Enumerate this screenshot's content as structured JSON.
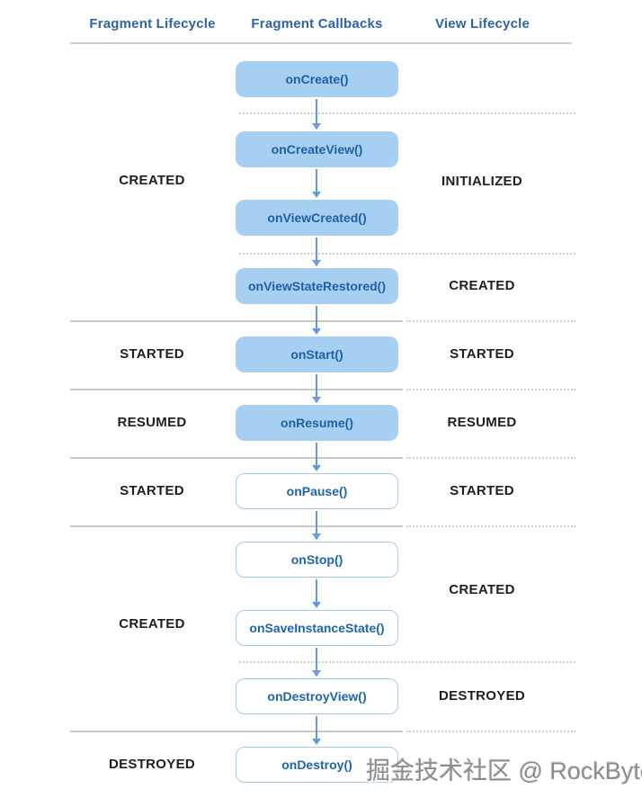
{
  "header": {
    "columns": [
      {
        "label": "Fragment Lifecycle"
      },
      {
        "label": "Fragment Callbacks"
      },
      {
        "label": "View Lifecycle"
      }
    ]
  },
  "callbacks": [
    {
      "label": "onCreate()",
      "style": "filled"
    },
    {
      "label": "onCreateView()",
      "style": "filled"
    },
    {
      "label": "onViewCreated()",
      "style": "filled"
    },
    {
      "label": "onViewStateRestored()",
      "style": "filled"
    },
    {
      "label": "onStart()",
      "style": "filled"
    },
    {
      "label": "onResume()",
      "style": "filled"
    },
    {
      "label": "onPause()",
      "style": "outlined"
    },
    {
      "label": "onStop()",
      "style": "outlined"
    },
    {
      "label": "onSaveInstanceState()",
      "style": "outlined"
    },
    {
      "label": "onDestroyView()",
      "style": "outlined"
    },
    {
      "label": "onDestroy()",
      "style": "outlined"
    }
  ],
  "fragment_states": [
    {
      "label": "CREATED"
    },
    {
      "label": "STARTED"
    },
    {
      "label": "RESUMED"
    },
    {
      "label": "STARTED"
    },
    {
      "label": "CREATED"
    },
    {
      "label": "DESTROYED"
    }
  ],
  "view_states": [
    {
      "label": "INITIALIZED"
    },
    {
      "label": "CREATED"
    },
    {
      "label": "STARTED"
    },
    {
      "label": "RESUMED"
    },
    {
      "label": "STARTED"
    },
    {
      "label": "CREATED"
    },
    {
      "label": "DESTROYED"
    }
  ],
  "watermark": "掘金技术社区 @ RockByte",
  "colors": {
    "header_text": "#2d64a9",
    "filled_box_bg": "#a7cff2",
    "filled_box_text": "#1f5fa6",
    "outlined_box_border": "#a6c9ec",
    "outlined_box_text": "#1d64ae",
    "arrow": "#5e9be4",
    "divider": "#c7c7c7",
    "state_text": "#1f1f1f",
    "watermark_text": "#8c8c8c"
  }
}
